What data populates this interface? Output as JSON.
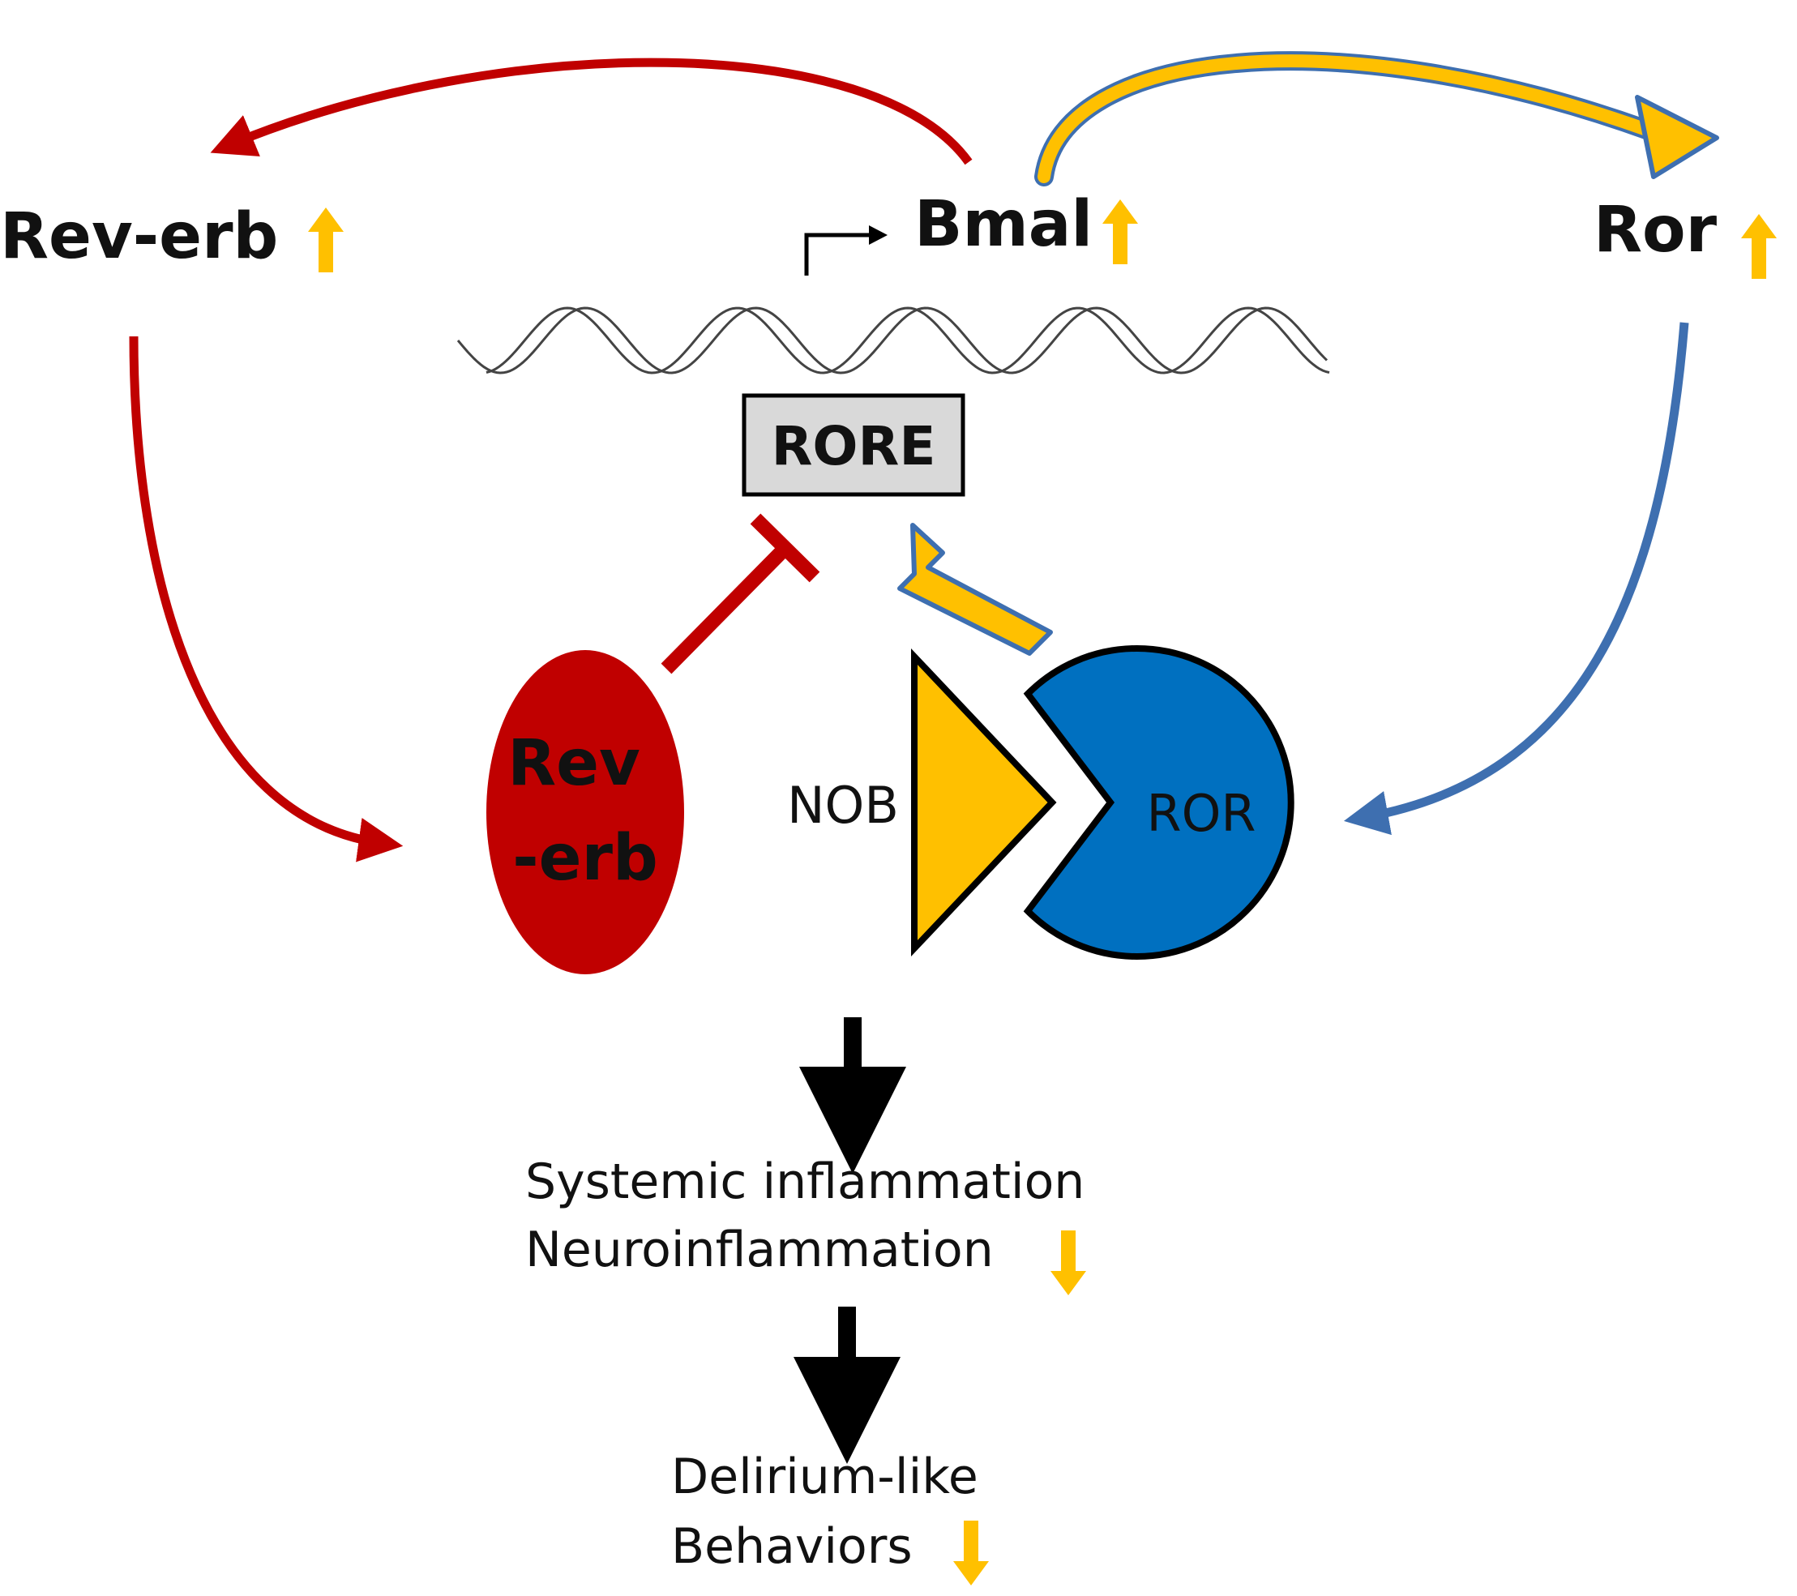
{
  "labels": {
    "rev_erb_gene": "Rev-erb",
    "bmal_gene": "Bmal",
    "ror_gene": "Ror",
    "rore": "RORE",
    "rev_erb_protein_line1": "Rev",
    "rev_erb_protein_line2": "-erb",
    "nob": "NOB",
    "ror_protein": "ROR",
    "inflammation_line1": "Systemic inflammation",
    "inflammation_line2": "Neuroinflammation",
    "delirium_line1": "Delirium-like",
    "delirium_line2": "Behaviors"
  },
  "colors": {
    "red": "#c00000",
    "blue": "#0070c0",
    "blue_outline": "#3e6fb0",
    "gold": "#ffc000",
    "rore_fill": "#d9d9d9",
    "black": "#000000"
  },
  "icons": {
    "up_arrow": "arrow-up-icon",
    "down_arrow": "arrow-down-icon",
    "transcription_start": "transcription-start-icon"
  }
}
